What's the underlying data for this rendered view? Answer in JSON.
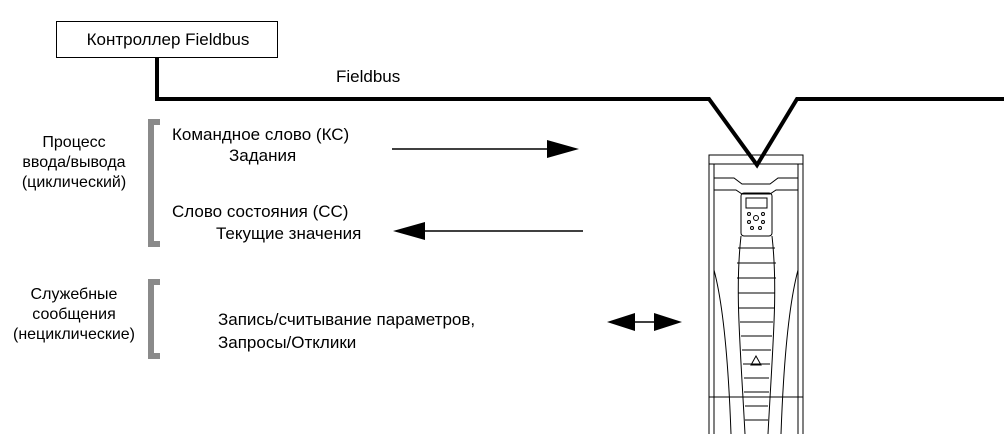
{
  "controller": {
    "label": "Контроллер Fieldbus"
  },
  "bus": {
    "label": "Fieldbus"
  },
  "groups": {
    "process": {
      "lines": [
        "Процесс",
        "ввода/вывода",
        "(циклический)"
      ]
    },
    "service": {
      "lines": [
        "Служебные",
        "сообщения",
        "(нециклические)"
      ]
    }
  },
  "messages": {
    "control_word": {
      "line1": "Командное слово (КС)",
      "line2": "Задания"
    },
    "status_word": {
      "line1": "Слово состояния (СС)",
      "line2": "Текущие значения"
    },
    "params": {
      "line1": "Запись/считывание параметров,",
      "line2": "Запросы/Отклики"
    }
  }
}
